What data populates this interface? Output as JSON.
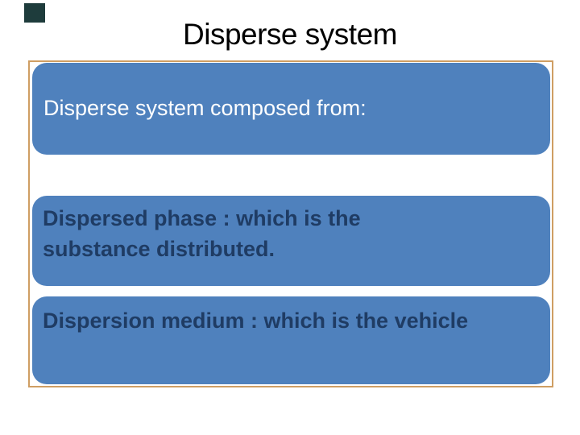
{
  "slide": {
    "title": "Disperse system",
    "boxes": [
      {
        "text": "Disperse system composed from:"
      },
      {
        "text": "Dispersed phase : which is the substance distributed."
      },
      {
        "text": "Dispersion medium : which is the vehicle"
      }
    ],
    "colors": {
      "box_fill": "#4f81bd",
      "box_text_light": "#ffffff",
      "box_text_dark": "#1f3c64",
      "frame_border": "#cf9e63",
      "title_color": "#000000",
      "corner_mark": "#1e3c3c"
    }
  }
}
